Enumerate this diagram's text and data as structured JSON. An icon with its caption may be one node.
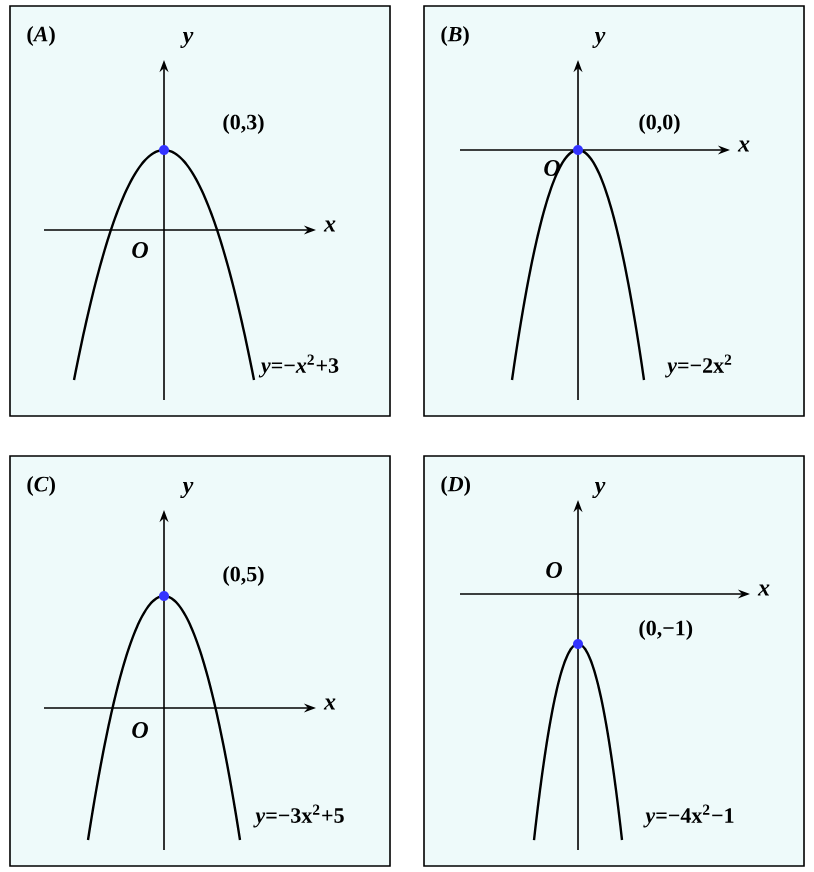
{
  "diagram": {
    "nodes": [
      {
        "text": [
          "(*A*)",
          "(0,3)",
          "*y*=−*x*$^{2}$+3"
        ]
      },
      {
        "text": [
          "(*B*)",
          "(0,0)",
          "*y*=−2x$^{2}$"
        ]
      },
      {
        "text": [
          "(*C*)",
          "(0,5)",
          "*y*=−3x$^{2}$+5"
        ]
      },
      {
        "text": [
          "(*D*)",
          "(0,−1)",
          "*y*=−4x$^{2}$−1"
        ]
      }
    ],
    "labels": [
      "y",
      "x",
      "O",
      "y",
      "x",
      "O",
      "y",
      "x",
      "O",
      "y",
      "x",
      "O"
    ]
  }
}
